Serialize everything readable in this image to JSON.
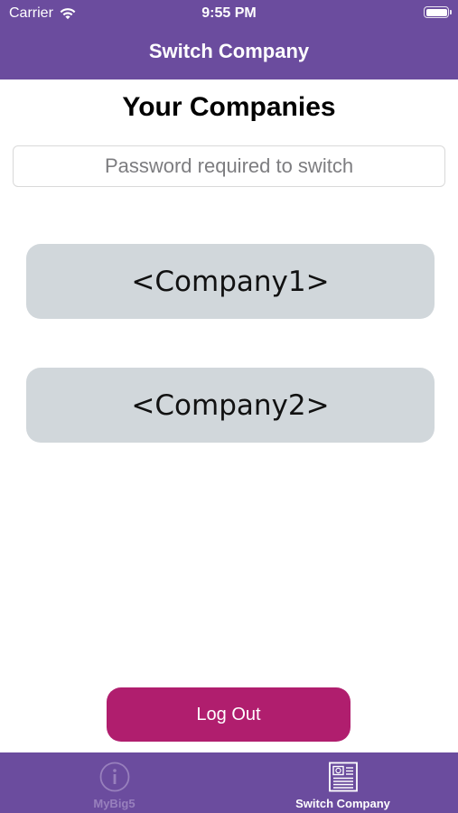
{
  "status_bar": {
    "carrier": "Carrier",
    "time": "9:55 PM",
    "icons": [
      "wifi-icon",
      "battery-icon"
    ]
  },
  "nav": {
    "title": "Switch Company"
  },
  "content": {
    "section_title": "Your Companies",
    "password_placeholder": "Password required to switch",
    "companies": [
      {
        "label": "<Company1>"
      },
      {
        "label": "<Company2>"
      }
    ],
    "logout_label": "Log Out"
  },
  "tab_bar": {
    "tabs": [
      {
        "label": "MyBig5",
        "icon": "info-icon",
        "selected": false
      },
      {
        "label": "Switch Company",
        "icon": "news-icon",
        "selected": true
      }
    ]
  },
  "colors": {
    "brand_purple": "#6b4c9e",
    "logout_magenta": "#b01e6e",
    "company_button_gray": "#d1d7db",
    "inactive_tab": "#9880bd"
  }
}
